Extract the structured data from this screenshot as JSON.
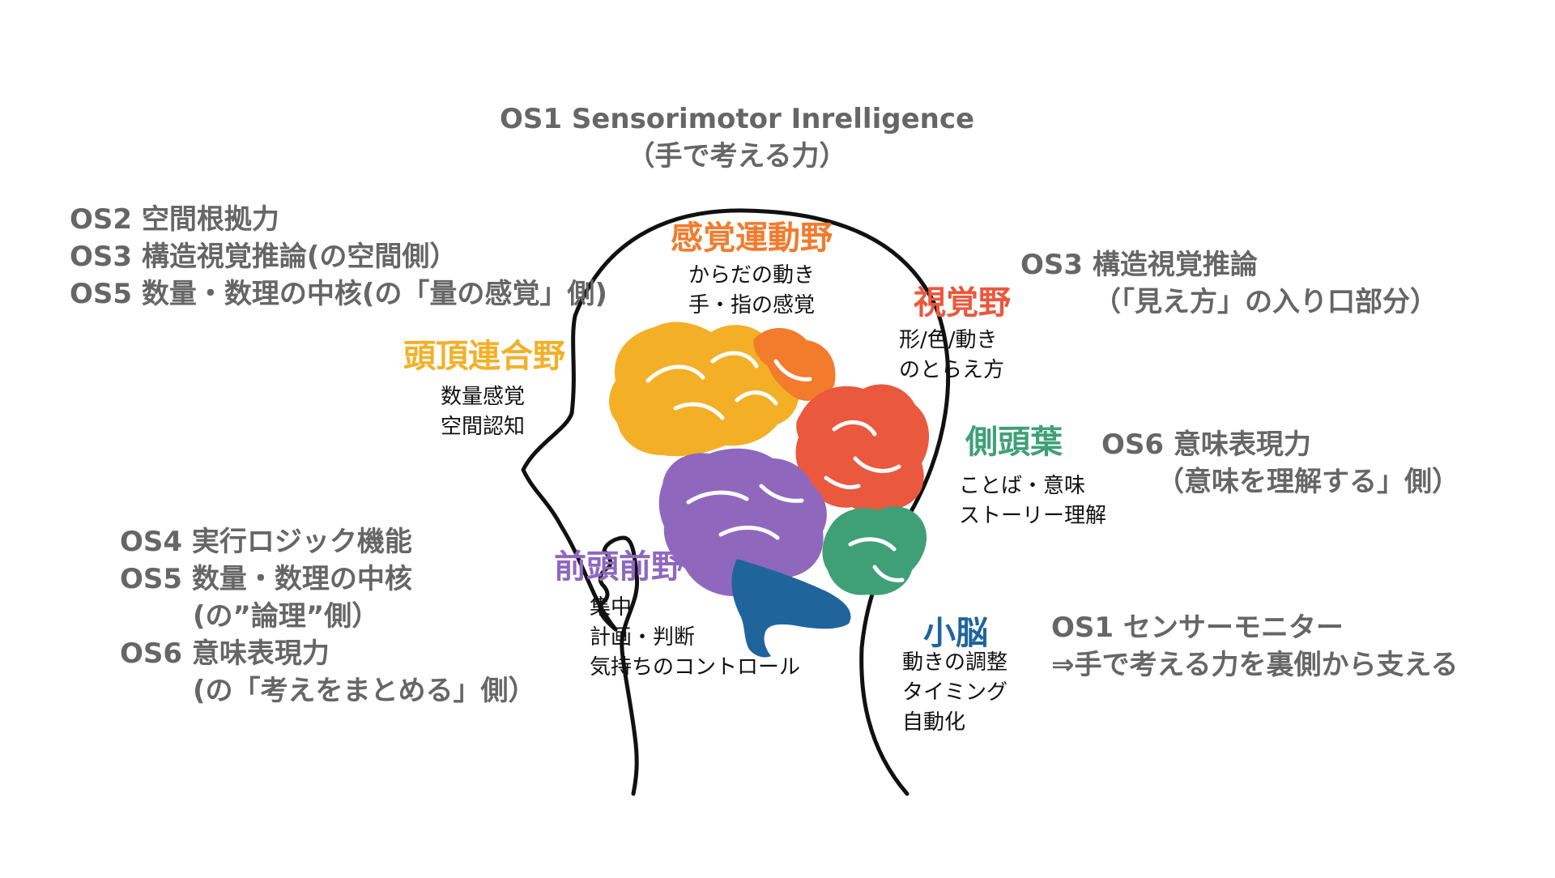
{
  "colors": {
    "outline": "#111111",
    "parietal": "#F3B027",
    "sensorimotor": "#F27B2C",
    "visual": "#EA583D",
    "temporal": "#3FA077",
    "frontal": "#8F68BE",
    "cerebellum": "#1F659C",
    "gray_text": "#666666"
  },
  "top_title": {
    "line1": "OS1 Sensorimotor Inrelligence",
    "line2": "（手で考える力）"
  },
  "left_top": {
    "line1": "OS2 空間根拠力",
    "line2": "OS3 構造視覚推論(の空間側）",
    "line3": "OS5  数量・数理の中核(の「量の感覚」側)"
  },
  "left_bottom": {
    "line1": "OS4  実行ロジック機能",
    "line2": "OS5  数量・数理の中核",
    "line3": "(の”論理”側）",
    "line4": "OS6  意味表現力",
    "line5": "(の「考えをまとめる」側）"
  },
  "right_visual": {
    "line1": "OS3  構造視覚推論",
    "line2": "（「見え方」の入り口部分）"
  },
  "right_temporal": {
    "line1": "OS6  意味表現力",
    "line2": "（意味を理解する」側）"
  },
  "right_cerebellum": {
    "line1": "OS1  センサーモニター",
    "line2": "⇒手で考える力を裏側から支える"
  },
  "regions": {
    "sensorimotor": {
      "title": "感覚運動野",
      "desc1": "からだの動き",
      "desc2": "手・指の感覚"
    },
    "parietal": {
      "title": "頭頂連合野",
      "desc1": "数量感覚",
      "desc2": "空間認知"
    },
    "visual": {
      "title": "視覚野",
      "desc1": "形/色/動き",
      "desc2": "のとらえ方"
    },
    "temporal": {
      "title": "側頭葉",
      "desc1": "ことば・意味",
      "desc2": "ストーリー理解"
    },
    "frontal": {
      "title": "前頭前野",
      "desc1": "集中",
      "desc2": "計画・判断",
      "desc3": "気持ちのコントロール"
    },
    "cerebellum": {
      "title": "小脳",
      "desc1": "動きの調整",
      "desc2": "タイミング",
      "desc3": "自動化"
    }
  }
}
